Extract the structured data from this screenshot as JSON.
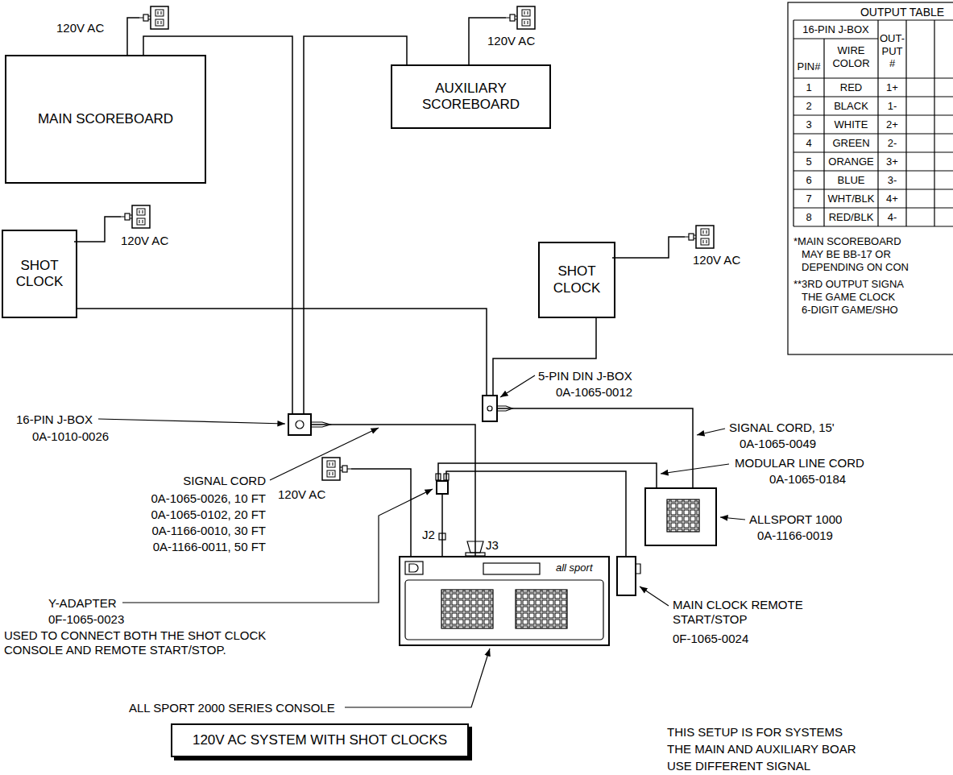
{
  "diagram": {
    "title": "120V AC SYSTEM WITH SHOT CLOCKS",
    "nodes": [
      {
        "text": [
          "MAIN SCOREBOARD"
        ]
      },
      {
        "text": [
          "AUXILIARY SCOREBOARD"
        ]
      },
      {
        "text": [
          "SHOT CLOCK"
        ]
      },
      {
        "text": [
          "SHOT CLOCK"
        ]
      },
      {
        "text": [
          "16-PIN J-BOX",
          "0A-1010-0026"
        ]
      },
      {
        "text": [
          "5-PIN DIN J-BOX",
          "0A-1065-0012"
        ]
      },
      {
        "text": [
          "Y-ADAPTER",
          "0F-1065-0023",
          "USED TO CONNECT BOTH THE SHOT CLOCK CONSOLE AND REMOTE START/STOP."
        ]
      },
      {
        "text": [
          "ALL SPORT 2000 SERIES CONSOLE"
        ]
      },
      {
        "text": [
          "MAIN CLOCK REMOTE START/STOP",
          "0F-1065-0024"
        ]
      },
      {
        "text": [
          "ALLSPORT 1000",
          "0A-1166-0019"
        ]
      }
    ],
    "edges": [
      {
        "from": 0,
        "to": 4,
        "arrow": "none"
      },
      {
        "from": 1,
        "to": 4,
        "arrow": "none"
      },
      {
        "from": 2,
        "to": 5,
        "arrow": "none"
      },
      {
        "from": 3,
        "to": 5,
        "arrow": "none"
      },
      {
        "from": 4,
        "to": 7,
        "arrow": "none"
      },
      {
        "from": 6,
        "to": 7,
        "arrow": "none"
      },
      {
        "from": 6,
        "to": 9,
        "arrow": "none"
      },
      {
        "from": 6,
        "to": 8,
        "arrow": "none"
      },
      {
        "from": 5,
        "to": 9,
        "arrow": "none"
      }
    ],
    "labels": [
      "120V AC",
      "120V AC",
      "120V AC",
      "120V AC",
      "OUTPUT TABLE",
      "16-PIN J-BOX",
      "PIN#",
      "WIRE COLOR",
      "OUT- PUT #",
      "1",
      "RED",
      "1+",
      "2",
      "BLACK",
      "1-",
      "3",
      "WHITE",
      "2+",
      "4",
      "GREEN",
      "2-",
      "5",
      "ORANGE",
      "3+",
      "6",
      "BLUE",
      "3-",
      "7",
      "WHT/BLK",
      "4+",
      "8",
      "RED/BLK",
      "4-",
      "*MAIN SCOREBOARD",
      "MAY BE BB-17 OR",
      "DEPENDING ON CON",
      "**3RD OUTPUT SIGNA",
      "THE GAME CLOCK",
      "6-DIGIT GAME/SHO",
      "120V AC",
      "SIGNAL CORD",
      "0A-1065-0026, 10 FT",
      "0A-1065-0102, 20 FT",
      "0A-1166-0010, 30 FT",
      "0A-1166-0011, 50 FT",
      "J2",
      "J3",
      "all sport",
      "SIGNAL CORD, 15'",
      "0A-1065-0049",
      "MODULAR LINE CORD",
      "0A-1065-0184",
      "THIS SETUP IS FOR SYSTEMS",
      "THE MAIN AND AUXILIARY BOAR",
      "USE DIFFERENT SIGNAL"
    ]
  }
}
